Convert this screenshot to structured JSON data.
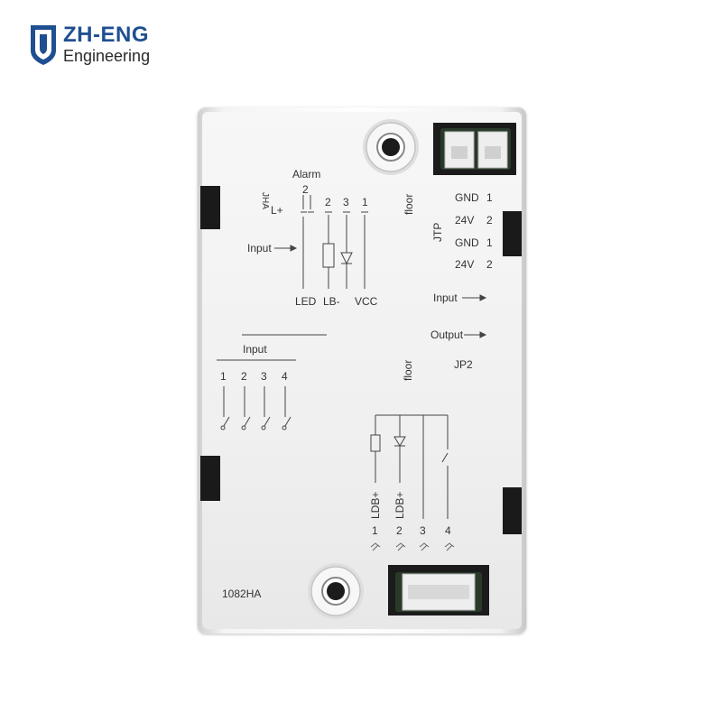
{
  "logo": {
    "brand": "ZH-ENG",
    "sub": "Engineering",
    "color": "#1f4f91"
  },
  "device": {
    "model": "1082HA",
    "floor_top": "floor",
    "floor_mid": "floor",
    "jtp": "JTP",
    "jp2": "JP2",
    "jtp_pins": [
      {
        "name": "GND",
        "pin": "1"
      },
      {
        "name": "24V",
        "pin": "2"
      },
      {
        "name": "GND",
        "pin": "1"
      },
      {
        "name": "24V",
        "pin": "2"
      }
    ],
    "right_input": "Input",
    "right_output": "Output",
    "alarm_block": {
      "alarm": "Alarm",
      "l_plus": "L+",
      "jha": "JHA",
      "pins": [
        "2",
        "2",
        "3",
        "1"
      ],
      "input": "Input",
      "led": "LED",
      "lb_minus": "LB-",
      "vcc": "VCC"
    },
    "input_block": {
      "title": "Input",
      "pins": [
        "1",
        "2",
        "3",
        "4"
      ]
    },
    "bottom_block": {
      "labels": [
        "LDB+",
        "LDB+"
      ],
      "pins": [
        "1",
        "2",
        "3",
        "4"
      ]
    }
  }
}
